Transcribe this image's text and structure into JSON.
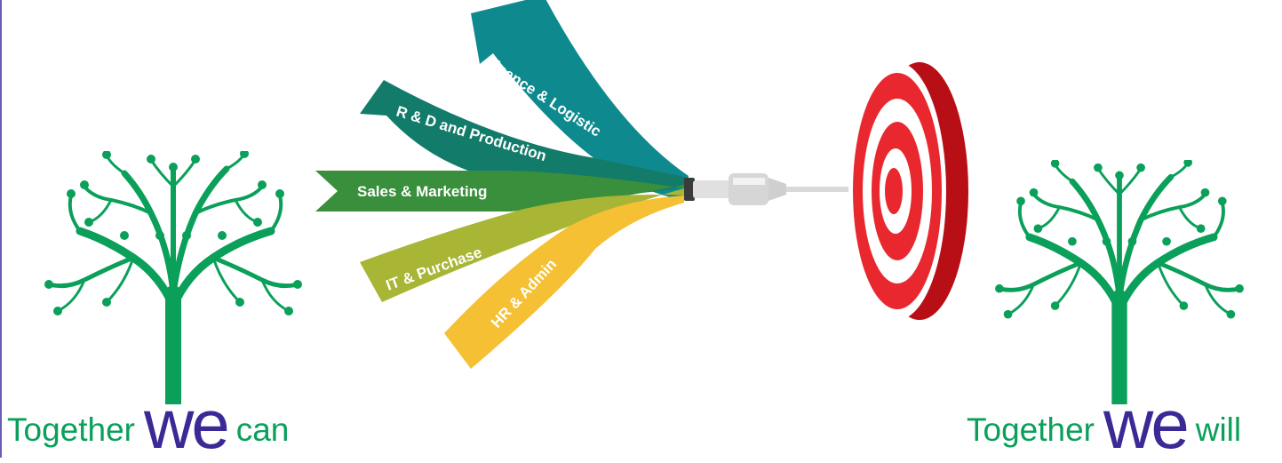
{
  "ribbons": [
    {
      "label": "Finance & Logistic",
      "color": "#0e8a8e"
    },
    {
      "label": "R & D and Production",
      "color": "#137b6a"
    },
    {
      "label": "Sales & Marketing",
      "color": "#3a8f3c"
    },
    {
      "label": "IT & Purchase",
      "color": "#a9b534"
    },
    {
      "label": "HR & Admin",
      "color": "#f5c033"
    }
  ],
  "caption_left": {
    "prefix": "Together",
    "we": "we",
    "suffix": "can"
  },
  "caption_right": {
    "prefix": "Together",
    "we": "we",
    "suffix": "will"
  },
  "colors": {
    "tree": "#0aa05a",
    "we_text": "#3a2a96",
    "target_red": "#e21f26",
    "target_dark": "#c8141a"
  }
}
